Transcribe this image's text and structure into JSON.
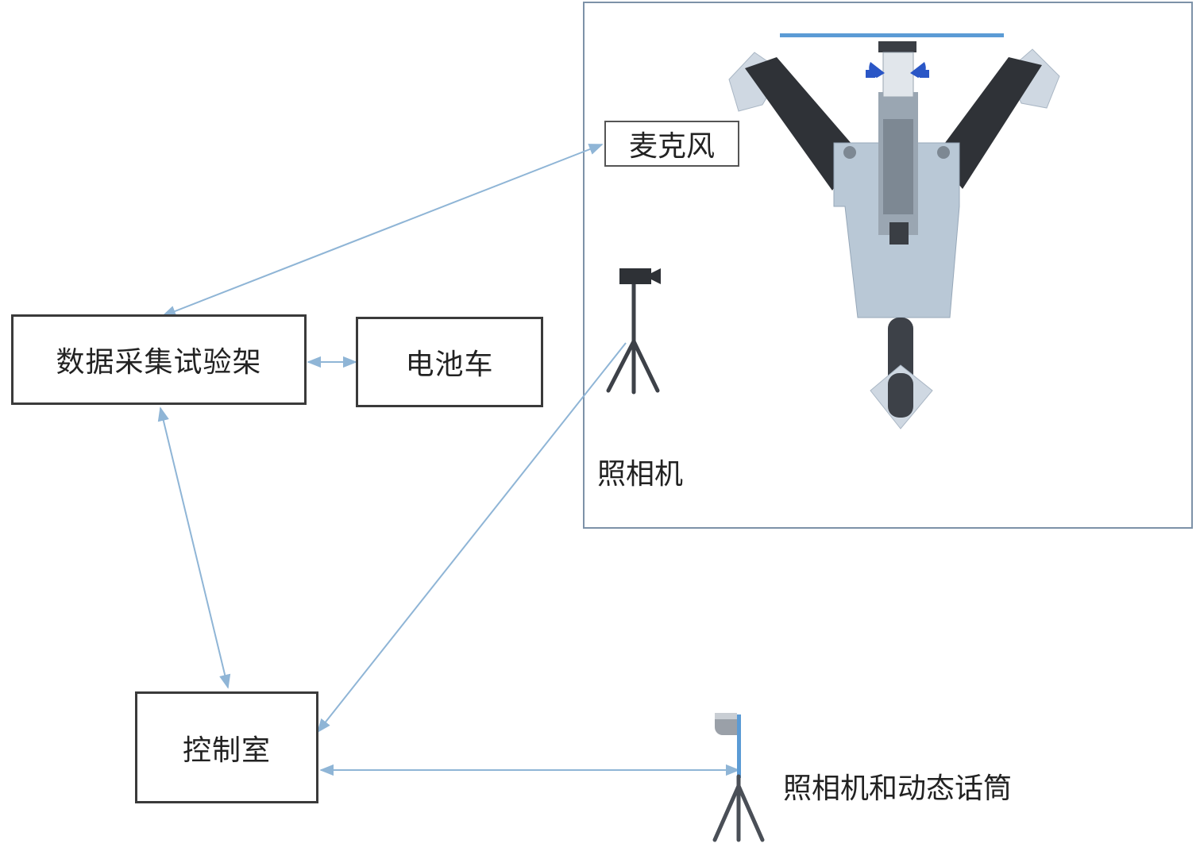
{
  "nodes": {
    "daq_rack": "数据采集试验架",
    "battery_cart": "电池车",
    "control_room": "控制室",
    "microphone": "麦克风",
    "camera": "照相机",
    "camera_and_mic": "照相机和动态话筒"
  },
  "colors": {
    "connector": "#8fb5d6",
    "box_border": "#3a3a3a",
    "area_border": "#7d92a8",
    "blade": "#2f3237",
    "frame": "#b9c8d6",
    "rotor_bar": "#5b9bd5",
    "clamp": "#2a56c6"
  }
}
